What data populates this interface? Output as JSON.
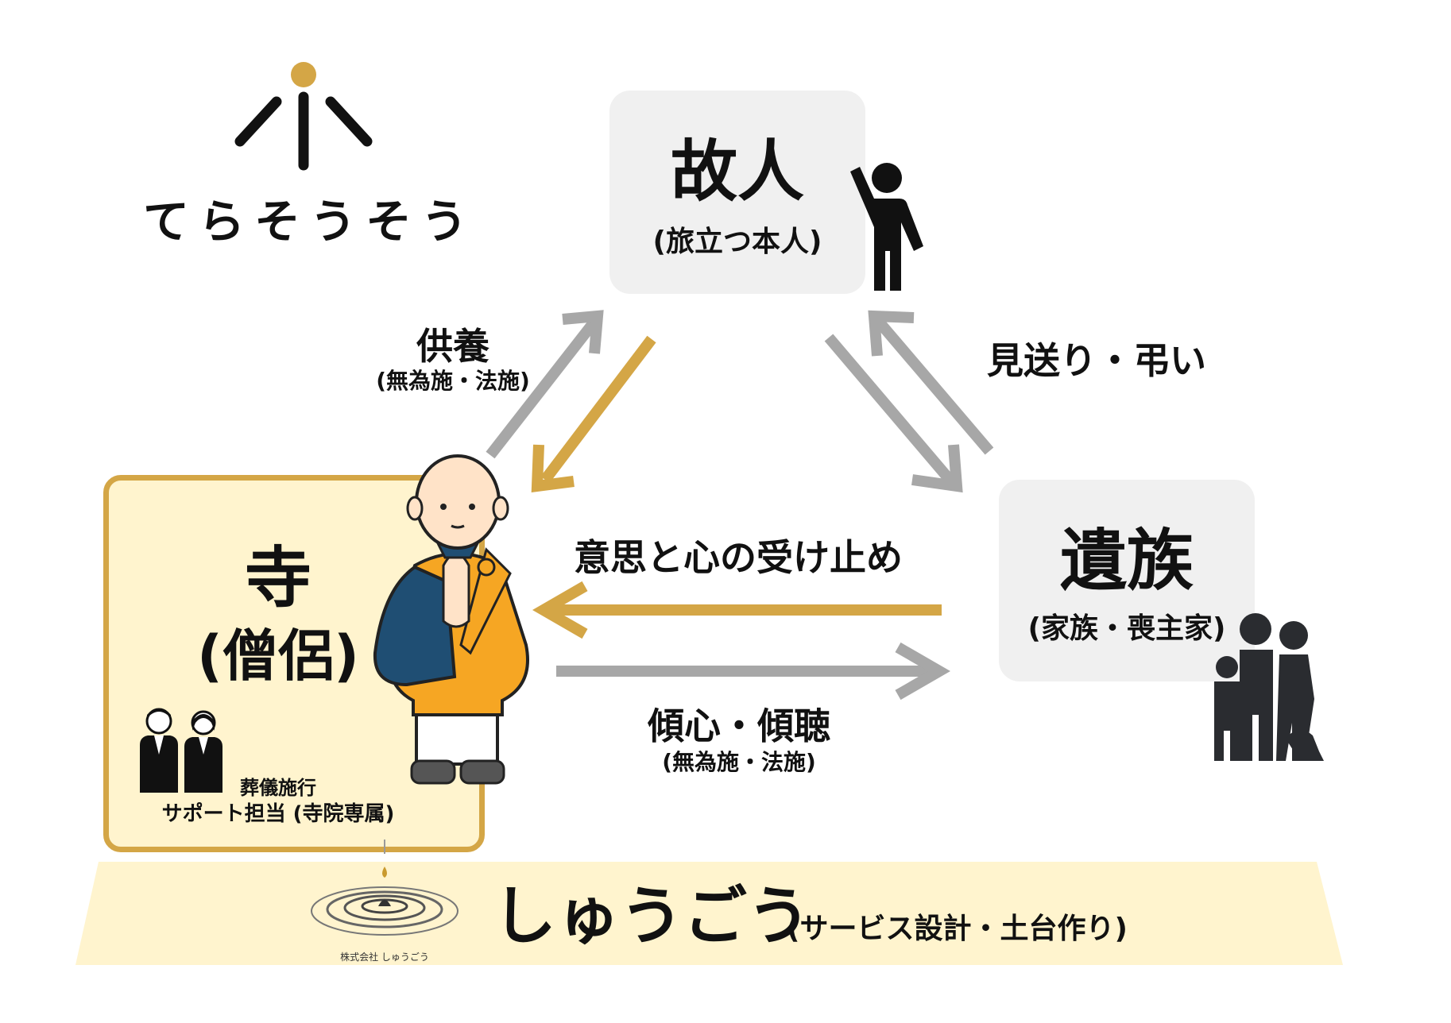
{
  "logo": {
    "text": "てらそうそう"
  },
  "deceased": {
    "title": "故人",
    "subtitle": "(旅立つ本人)"
  },
  "temple": {
    "title": "寺",
    "subtitle": "(僧侶)",
    "support_line1": "葬儀施行",
    "support_line2": "サポート担当 (寺院専属)"
  },
  "family": {
    "title": "遺族",
    "subtitle": "(家族・喪主家)"
  },
  "relations": {
    "offering_title": "供養",
    "offering_sub": "(無為施・法施)",
    "farewell": "見送り・弔い",
    "acceptance": "意思と心の受け止め",
    "listening_title": "傾心・傾聴",
    "listening_sub": "(無為施・法施)"
  },
  "foundation": {
    "company_small": "株式会社 しゅうごう",
    "name": "しゅうごう",
    "description": "(サービス設計・土台作り)"
  },
  "colors": {
    "gold": "#D4A646",
    "gray_arrow": "#A7A7A7",
    "box_gray": "#F0F0F0",
    "cream": "#FFF4CE",
    "robe_orange": "#F6A623",
    "robe_blue": "#1F4E73",
    "dark": "#222222"
  }
}
